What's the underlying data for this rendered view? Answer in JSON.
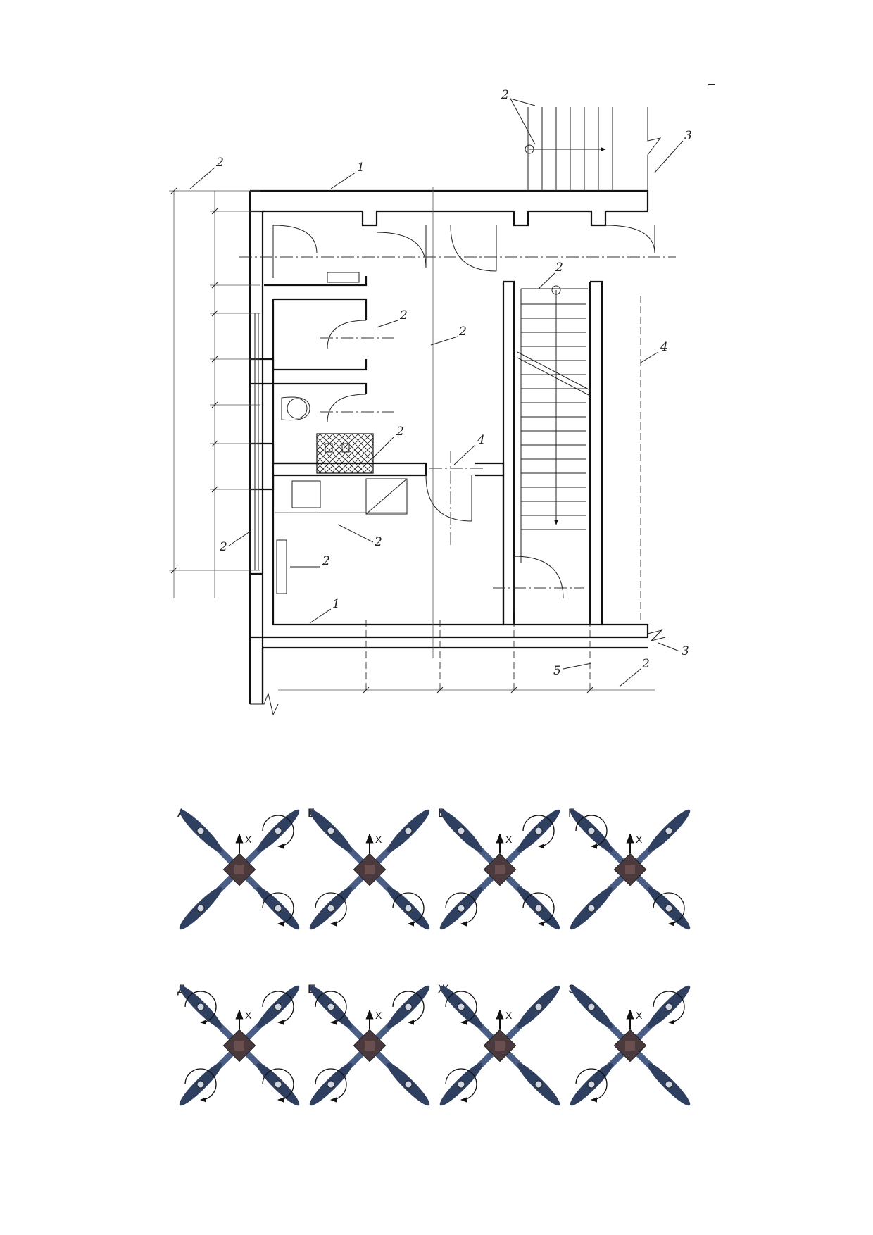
{
  "top_mark": "–",
  "plan": {
    "callouts": [
      {
        "id": "c-2-stair-top",
        "text": "2"
      },
      {
        "id": "c-3-top",
        "text": "3"
      },
      {
        "id": "c-2-dim-left",
        "text": "2"
      },
      {
        "id": "c-1-top",
        "text": "1"
      },
      {
        "id": "c-2-stair",
        "text": "2"
      },
      {
        "id": "c-2-door",
        "text": "2"
      },
      {
        "id": "c-2-axis",
        "text": "2"
      },
      {
        "id": "c-4-right",
        "text": "4"
      },
      {
        "id": "c-2-hatch",
        "text": "2"
      },
      {
        "id": "c-4-mid",
        "text": "4"
      },
      {
        "id": "c-2-window",
        "text": "2"
      },
      {
        "id": "c-2-counter",
        "text": "2"
      },
      {
        "id": "c-2-radiator",
        "text": "2"
      },
      {
        "id": "c-1-bottom",
        "text": "1"
      },
      {
        "id": "c-3-bottom",
        "text": "3"
      },
      {
        "id": "c-5-bottom",
        "text": "5"
      },
      {
        "id": "c-2-bottom",
        "text": "2"
      }
    ]
  },
  "quadcopters": [
    {
      "label": "А",
      "axis": "X"
    },
    {
      "label": "Б",
      "axis": "X"
    },
    {
      "label": "В",
      "axis": "X"
    },
    {
      "label": "Г",
      "axis": "X"
    },
    {
      "label": "Д",
      "axis": "X"
    },
    {
      "label": "Е",
      "axis": "X"
    },
    {
      "label": "Ж",
      "axis": "X"
    },
    {
      "label": "З",
      "axis": "X"
    }
  ],
  "colors": {
    "arm": "#4a5d85",
    "prop": "#2f3f60",
    "body": "#4a3a3e",
    "line": "#111111"
  }
}
